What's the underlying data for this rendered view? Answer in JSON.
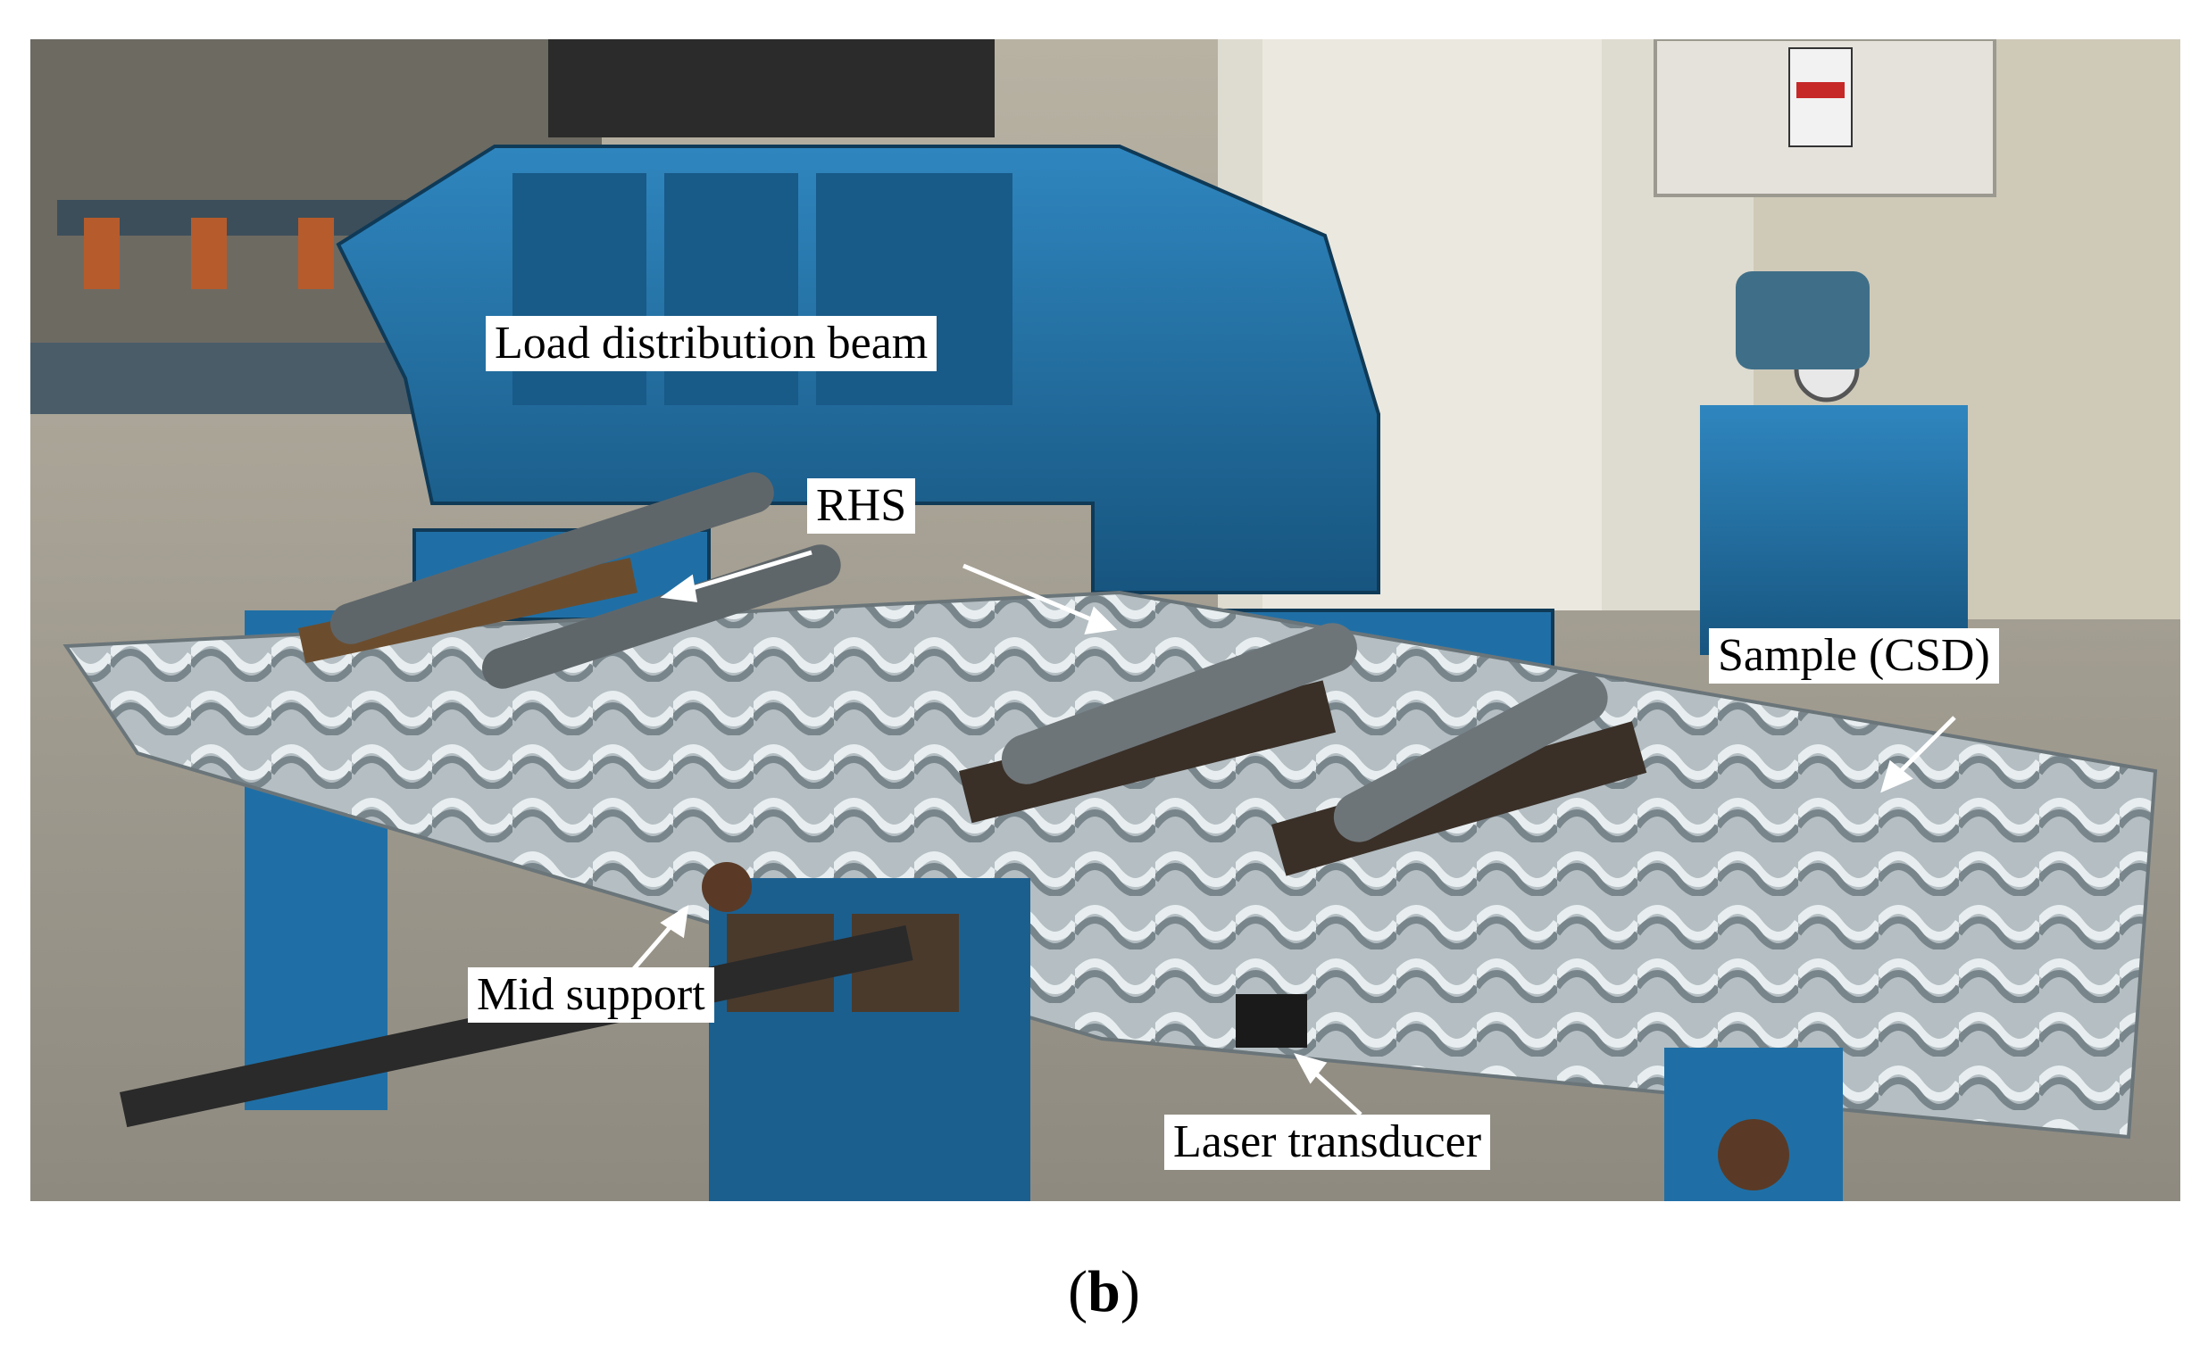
{
  "figure": {
    "annotations": {
      "load_beam": "Load distribution beam",
      "rhs": "RHS",
      "sample": "Sample (CSD)",
      "mid_support": "Mid support",
      "laser": "Laser transducer"
    },
    "panel": {
      "open": "(",
      "letter": "b",
      "close": ")"
    },
    "colors": {
      "steel_blue": "#1f6fa6",
      "sheet_grey": "#b9c2c6",
      "floor": "#a8a394",
      "wall": "#dedbd0"
    }
  }
}
